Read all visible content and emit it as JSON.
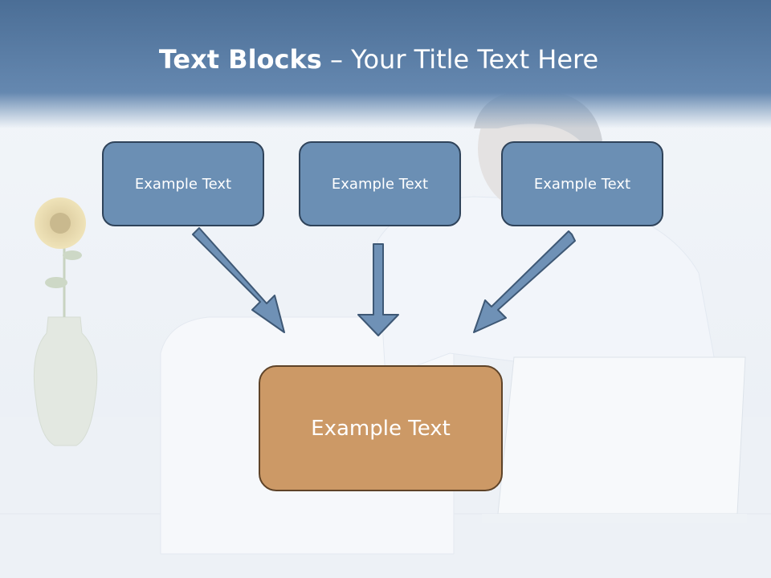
{
  "title": {
    "bold": "Text Blocks",
    "rest": " – Your Title Text Here"
  },
  "blocks": {
    "left": "Example Text",
    "center": "Example Text",
    "right": "Example Text",
    "bottom": "Example Text"
  },
  "colors": {
    "header": "#5b7ea6",
    "block_fill": "#6b8fb4",
    "block_border": "#2f435a",
    "target_fill": "#cc9966",
    "target_border": "#5e4328",
    "arrow_fill": "#6f91b6",
    "arrow_stroke": "#3e5875"
  }
}
